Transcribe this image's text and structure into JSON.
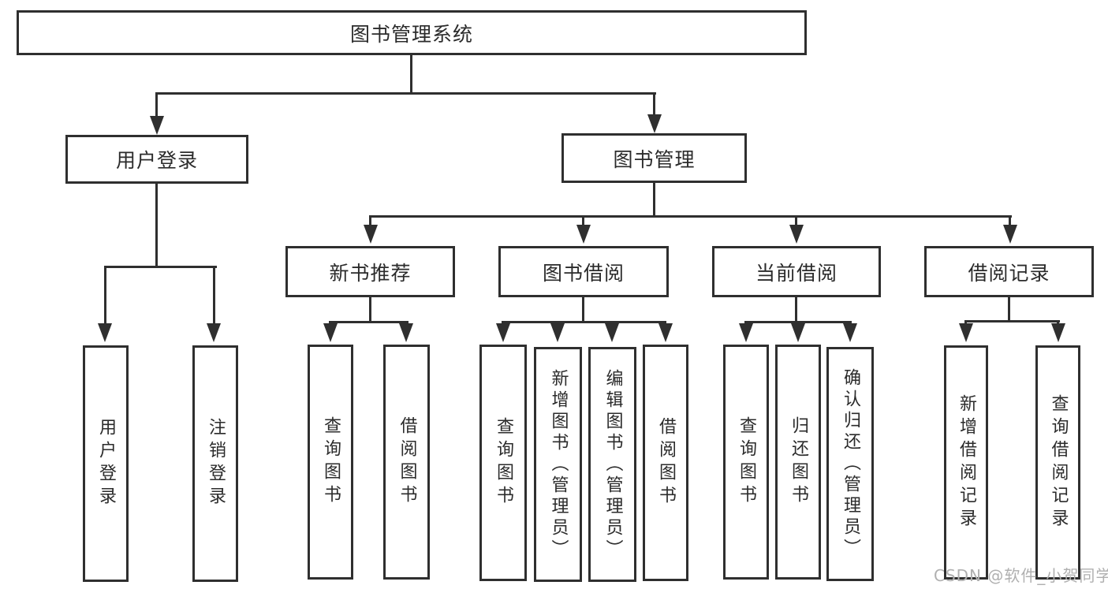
{
  "title": "图书管理系统",
  "level2": {
    "user_login": "用户登录",
    "book_mgmt": "图书管理"
  },
  "level3": {
    "new_books": "新书推荐",
    "borrow": "图书借阅",
    "current": "当前借阅",
    "records": "借阅记录"
  },
  "leaves": {
    "user_login": [
      "用户登录",
      "注销登录"
    ],
    "new_books": [
      "查询图书",
      "借阅图书"
    ],
    "borrow": [
      "查询图书",
      "新增图书（管理员）",
      "编辑图书（管理员）",
      "借阅图书"
    ],
    "current": [
      "查询图书",
      "归还图书",
      "确认归还（管理员）"
    ],
    "records": [
      "新增借阅记录",
      "查询借阅记录"
    ]
  },
  "watermark": "CSDN @软件_小贺同学",
  "colors": {
    "line": "#2f2f2f",
    "text": "#2b2b2b",
    "watermark": "#b0b0b0",
    "background": "#ffffff"
  }
}
